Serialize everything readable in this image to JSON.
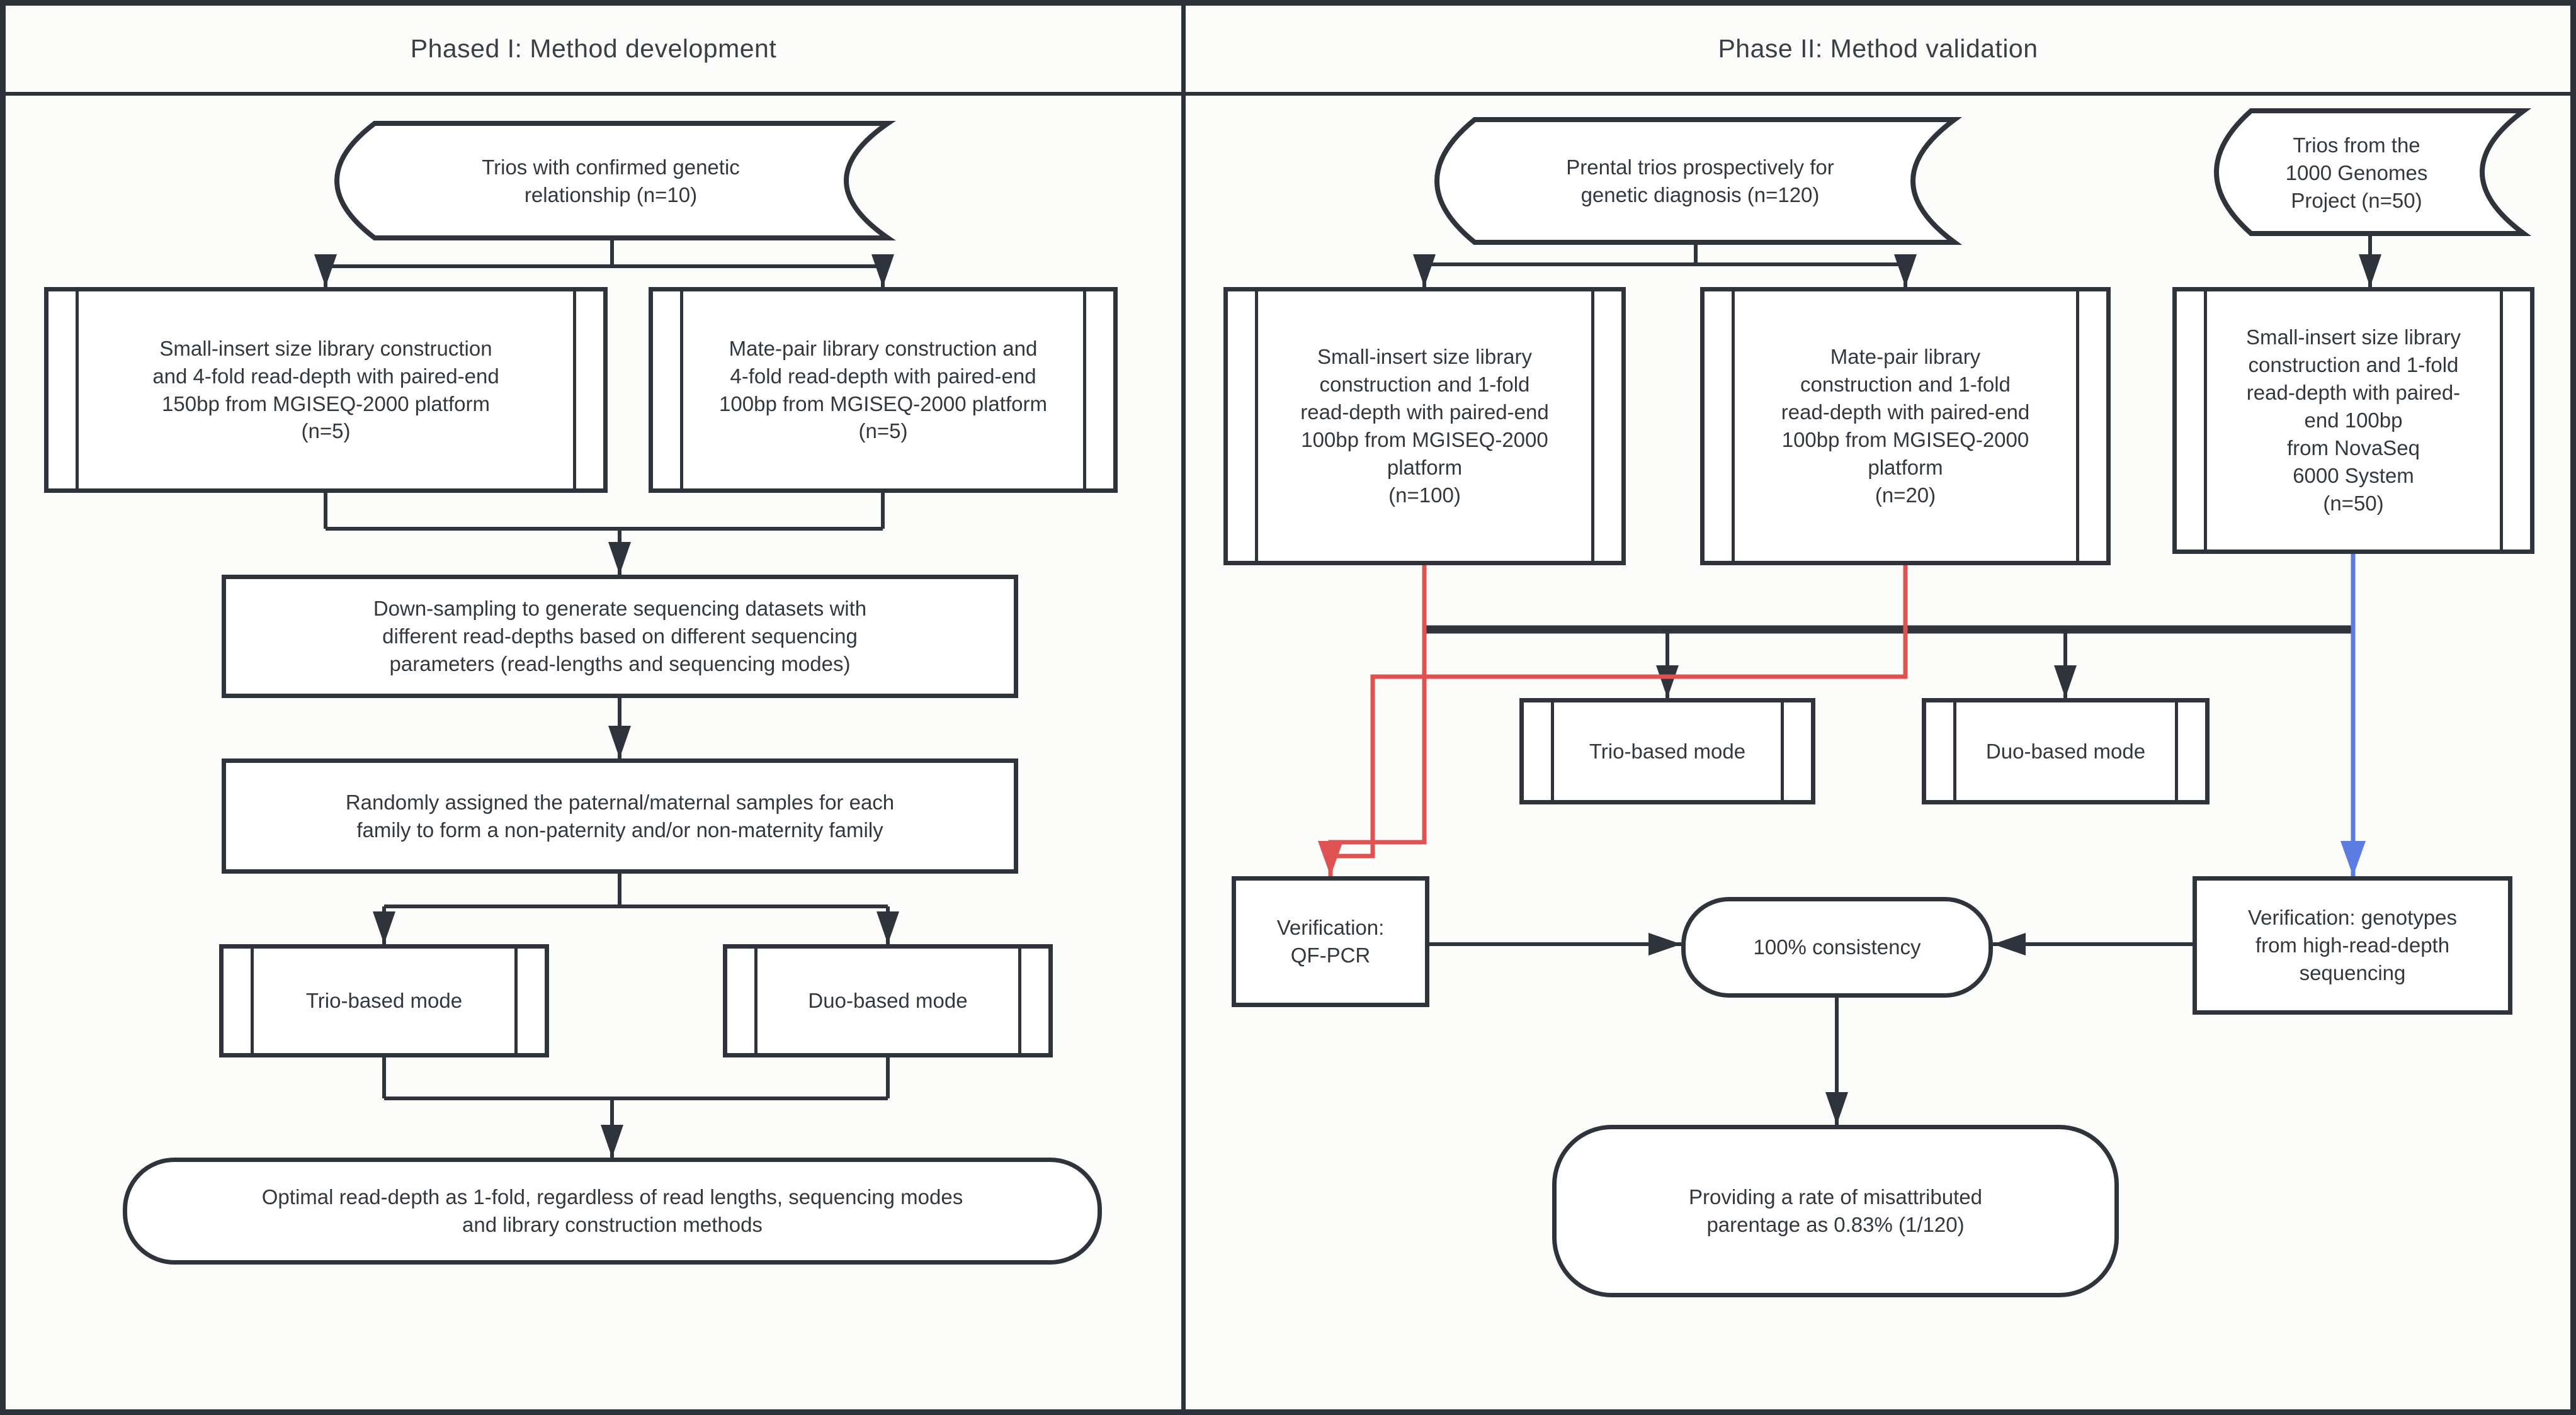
{
  "header": {
    "phase1_title": "Phased I: Method development",
    "phase2_title": "Phase II: Method validation"
  },
  "phase1": {
    "trios_source": "Trios with confirmed genetic\nrelationship (n=10)",
    "small_insert_box": "Small-insert size library construction\nand 4-fold read-depth with paired-end\n150bp from MGISEQ-2000 platform\n(n=5)",
    "mate_pair_box": "Mate-pair library construction and\n4-fold read-depth with paired-end\n100bp from MGISEQ-2000 platform\n(n=5)",
    "downsampling_box": "Down-sampling to generate sequencing datasets with\ndifferent read-depths based on different sequencing\nparameters (read-lengths and sequencing modes)",
    "random_assignment_box": "Randomly assigned the paternal/maternal samples for each\nfamily to form a non-paternity and/or non-maternity family",
    "trio_mode": "Trio-based mode",
    "duo_mode": "Duo-based mode",
    "conclusion_box": "Optimal read-depth as 1-fold, regardless of read lengths, sequencing modes\nand library construction methods"
  },
  "phase2": {
    "prenatal_source": "Prental trios prospectively for\ngenetic diagnosis (n=120)",
    "genomes_source": "Trios from the\n1000 Genomes\nProject (n=50)",
    "small_insert_box": "Small-insert size library\nconstruction and 1-fold\nread-depth with paired-end\n100bp from MGISEQ-2000\nplatform\n(n=100)",
    "mate_pair_box": "Mate-pair library\nconstruction and 1-fold\nread-depth with paired-end\n100bp from MGISEQ-2000\nplatform\n(n=20)",
    "novaseq_box": "Small-insert size library\nconstruction and 1-fold\nread-depth with paired-\nend 100bp\nfrom NovaSeq\n6000 System\n(n=50)",
    "trio_mode": "Trio-based mode",
    "duo_mode": "Duo-based mode",
    "qfpcr_box": "Verification:\nQF-PCR",
    "genotype_verification_box": "Verification: genotypes\nfrom high-read-depth\nsequencing",
    "consistency_box": "100% consistency",
    "result_box": "Providing a rate of misattributed\nparentage as 0.83% (1/120)"
  },
  "colors": {
    "line": "#2e333c",
    "red_arrow": "#e05252",
    "blue_arrow": "#5b7ce0",
    "background": "#fcfcfb",
    "text": "#33383f"
  }
}
